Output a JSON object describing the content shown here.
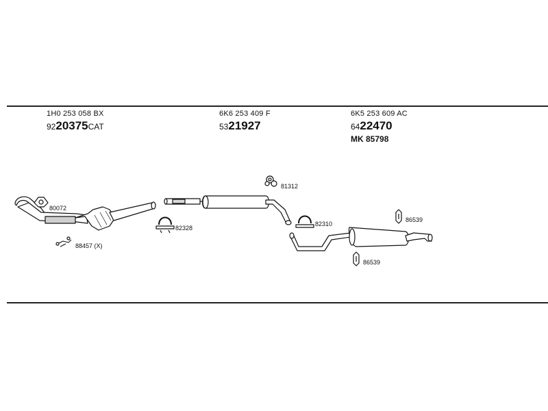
{
  "groups": [
    {
      "oem": "1H0 253 058 BX",
      "prefix": "92",
      "number": "20375",
      "suffix": "CAT",
      "alt": ""
    },
    {
      "oem": "6K6 253 409 F",
      "prefix": "53",
      "number": "21927",
      "suffix": "",
      "alt": ""
    },
    {
      "oem": "6K5 253 609 AC",
      "prefix": "64",
      "number": "22470",
      "suffix": "",
      "alt": "MK  85798"
    }
  ],
  "parts": {
    "gasket_1": "80072",
    "mounting_kit": "88457 (X)",
    "clamp_1": "82328",
    "ring_1": "81312",
    "clamp_2": "82310",
    "rubber_top": "86539",
    "rubber_bottom": "86539"
  }
}
